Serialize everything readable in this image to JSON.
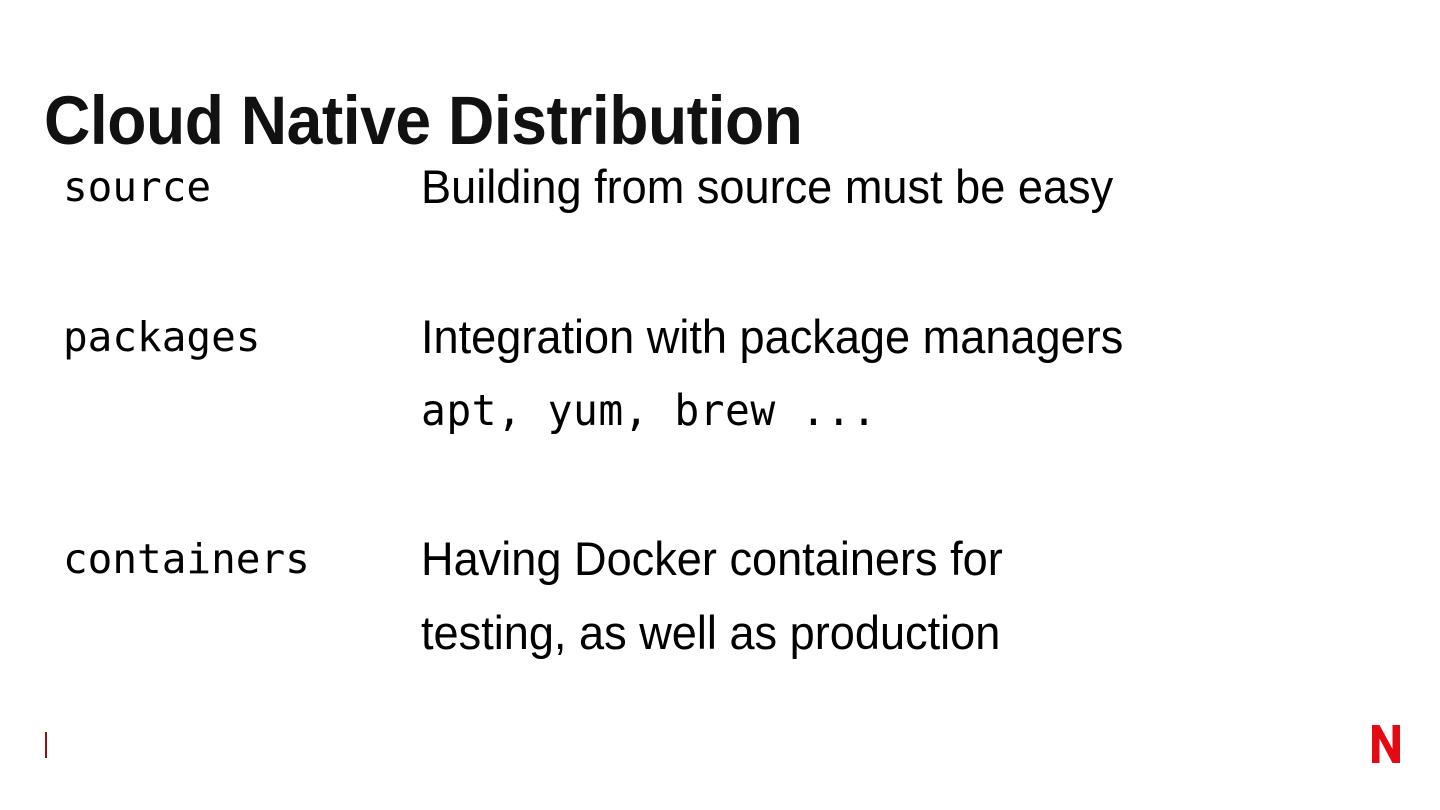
{
  "slide": {
    "title": "Cloud Native Distribution",
    "background_color": "#ffffff",
    "text_color": "#000000",
    "rows": [
      {
        "term": "source",
        "lines": [
          {
            "text": "Building from source must be easy",
            "style": "sans"
          }
        ]
      },
      {
        "term": "packages",
        "lines": [
          {
            "text": "Integration with package managers",
            "style": "sans"
          },
          {
            "text": "apt, yum, brew ...",
            "style": "mono"
          }
        ]
      },
      {
        "term": "containers",
        "lines": [
          {
            "text": "Having Docker containers for",
            "style": "sans"
          },
          {
            "text": "testing, as well as production",
            "style": "sans"
          }
        ]
      }
    ]
  },
  "footer": {
    "tick_color": "#8a1212",
    "logo_name": "netflix-n-logo",
    "logo_color": "#e50914"
  }
}
